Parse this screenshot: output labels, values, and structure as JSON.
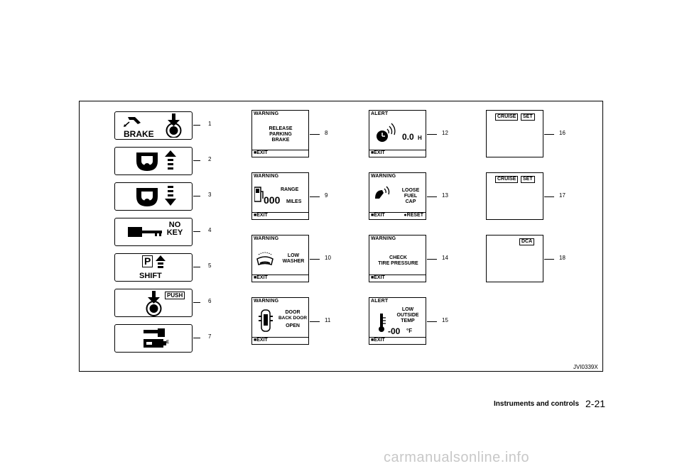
{
  "figure": {
    "code": "JVI0339X",
    "callouts": [
      "1",
      "2",
      "3",
      "4",
      "5",
      "6",
      "7",
      "8",
      "9",
      "10",
      "11",
      "12",
      "13",
      "14",
      "15",
      "16",
      "17",
      "18"
    ],
    "icon_panels": {
      "brake": {
        "label": "BRAKE"
      },
      "no_key": {
        "line1": "NO",
        "line2": "KEY"
      },
      "shift": {
        "p": "P",
        "label": "SHIFT"
      },
      "push": {
        "label": "PUSH"
      },
      "key_battery": {
        "small": "E"
      }
    },
    "warning_header": "WARNING",
    "alert_header": "ALERT",
    "exit": "EXIT",
    "reset": "RESET",
    "release_parking": {
      "l1": "RELEASE",
      "l2": "PARKING",
      "l3": "BRAKE"
    },
    "range": {
      "label": "RANGE",
      "value": "000",
      "unit": "MILES"
    },
    "low_washer": {
      "l1": "LOW",
      "l2": "WASHER"
    },
    "door": {
      "l1": "DOOR",
      "l2": "BACK DOOR",
      "l3": "OPEN"
    },
    "timer": {
      "value": "0.0",
      "unit": "H"
    },
    "loose_cap": {
      "l1": "LOOSE",
      "l2": "FUEL",
      "l3": "CAP"
    },
    "tire": {
      "l1": "CHECK",
      "l2": "TIRE PRESSURE"
    },
    "outside_temp": {
      "l1": "LOW",
      "l2": "OUTSIDE",
      "l3": "TEMP",
      "value": "-00",
      "unit": "°F"
    },
    "cruise": {
      "cruise": "CRUISE",
      "set": "SET"
    },
    "dca": "DCA"
  },
  "footer": {
    "title": "Instruments and controls",
    "page": "2-21"
  },
  "watermark": "carmanualsonline.info"
}
